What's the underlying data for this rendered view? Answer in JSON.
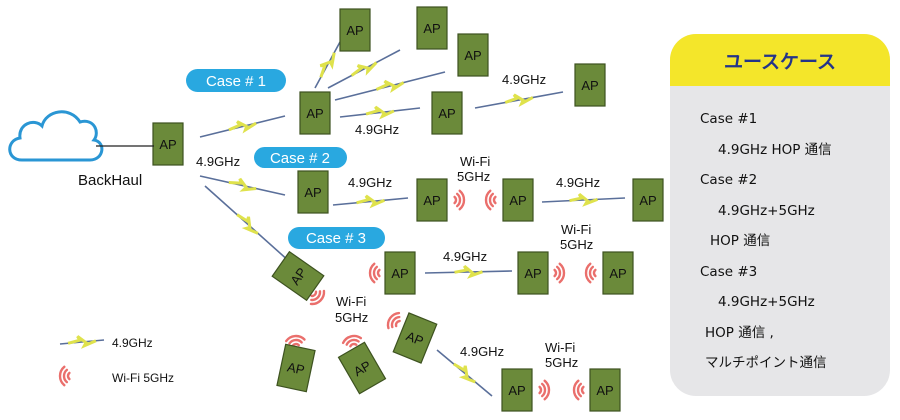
{
  "colors": {
    "ap": "#6b8a3a",
    "ap_border": "#3d5220",
    "link": "#5a6f9a",
    "bolt": "#dfe24c",
    "wifi": "#ea6f6c",
    "pill": "#29a8e0",
    "cloud": "#2a96d4",
    "panel_head": "#f4e62a",
    "panel_title": "#23348a"
  },
  "diagram": {
    "ap_label": "AP",
    "backhaul_label": "BackHaul",
    "cases": [
      "Case # 1",
      "Case # 2",
      "Case # 3"
    ],
    "labels": {
      "ghz": "4.9GHz",
      "wifi_line1": "Wi-Fi",
      "wifi_line2": "5GHz"
    }
  },
  "legend": {
    "ghz": "4.9GHz",
    "wifi": "Wi-Fi 5GHz"
  },
  "panel": {
    "title": "ユースケース",
    "lines": [
      "Case #1",
      "4.9GHz HOP 通信",
      "Case #2",
      "4.9GHz+5GHz",
      "HOP 通信",
      "Case #3",
      "4.9GHz+5GHz",
      "HOP 通信 ,",
      "マルチポイント通信"
    ]
  }
}
